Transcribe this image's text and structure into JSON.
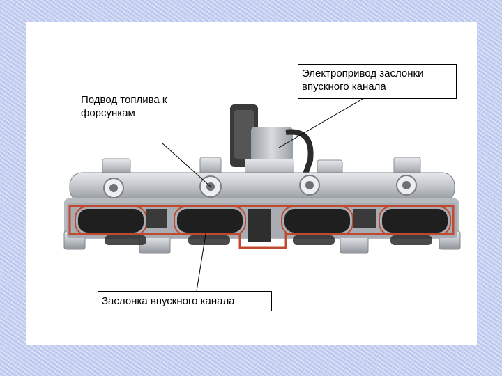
{
  "labels": {
    "fuel_supply": "Подвод топлива к форсункам",
    "flap_actuator": "Электропривод заслонки впускного канала",
    "intake_flap": "Заслонка впускного канала"
  },
  "colors": {
    "background": "#c9d3f2",
    "slide": "#ffffff",
    "manifold_metal": "#c2c6cb",
    "seal": "#c04a30",
    "dark_part": "#2a2a2a"
  },
  "icons": [
    "intake-manifold-illustration"
  ]
}
